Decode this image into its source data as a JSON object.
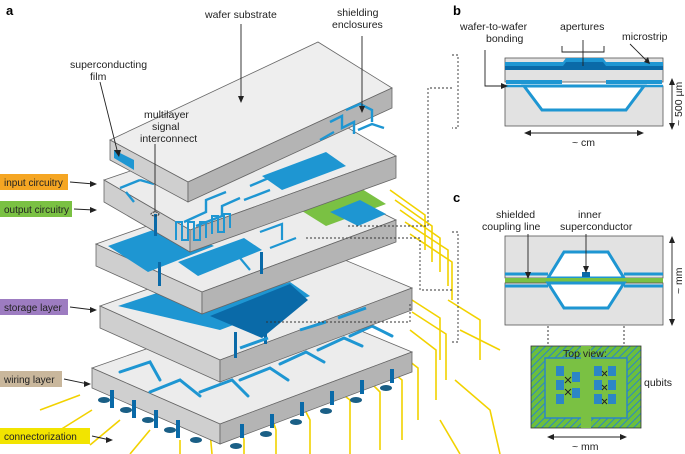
{
  "panels": {
    "a": "a",
    "b": "b",
    "c": "c"
  },
  "labels": {
    "wafer_substrate": "wafer substrate",
    "shielding_enclosures_1": "shielding",
    "shielding_enclosures_2": "enclosures",
    "superconducting_film_1": "superconducting",
    "superconducting_film_2": "film",
    "multilayer_1": "multilayer",
    "multilayer_2": "signal",
    "multilayer_3": "interconnect"
  },
  "layer_tags": [
    {
      "text": "input circuitry",
      "color": "#f5a623"
    },
    {
      "text": "output circuitry",
      "color": "#7ac143"
    },
    {
      "text": "storage layer",
      "color": "#9d7cc1"
    },
    {
      "text": "wiring layer",
      "color": "#c9b79c"
    },
    {
      "text": "connectorization",
      "color": "#f2e400"
    }
  ],
  "panel_b": {
    "bonding_1": "wafer-to-wafer",
    "bonding_2": "bonding",
    "apertures": "apertures",
    "microstrip": "microstrip",
    "scale_v": "~ 500 µm",
    "scale_h": "~ cm"
  },
  "panel_c": {
    "shielded_1": "shielded",
    "shielded_2": "coupling line",
    "inner_1": "inner",
    "inner_2": "superconductor",
    "scale_v": "~ mm",
    "top_view": "Top view:",
    "qubits": "qubits",
    "scale_h": "~ mm"
  },
  "colors": {
    "blue": "#1e96d2",
    "dark_blue": "#0a6aa8",
    "green": "#7ac143",
    "gray_top": "#eeeeee",
    "gray_side": "#d0d0d0",
    "gray_dark": "#a8a8a8",
    "wire_yellow": "#f2d200"
  }
}
